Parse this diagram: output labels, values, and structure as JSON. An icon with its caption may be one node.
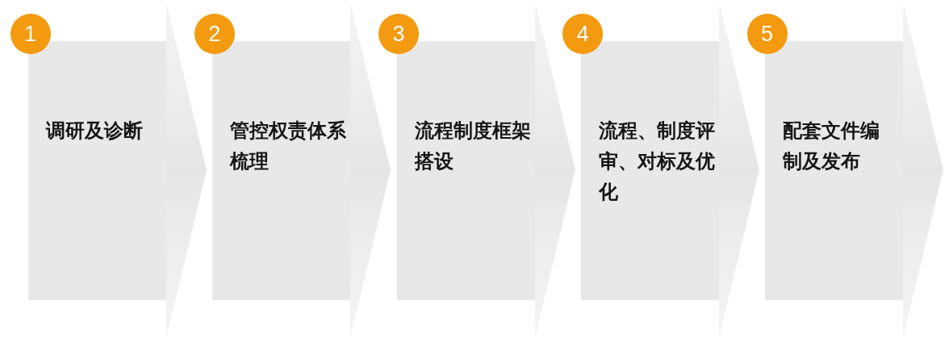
{
  "diagram": {
    "nodes": [
      {
        "text": [
          "1"
        ]
      },
      {
        "text": [
          "调研及诊断"
        ]
      },
      {
        "text": [
          "2"
        ]
      },
      {
        "text": [
          "管控权责体系梳理"
        ]
      },
      {
        "text": [
          "3"
        ]
      },
      {
        "text": [
          "流程制度框架搭设"
        ]
      },
      {
        "text": [
          "4"
        ]
      },
      {
        "text": [
          "流程、制度评审、对标及优化"
        ]
      },
      {
        "text": [
          "5"
        ]
      },
      {
        "text": [
          "配套文件编制及发布"
        ]
      }
    ]
  }
}
